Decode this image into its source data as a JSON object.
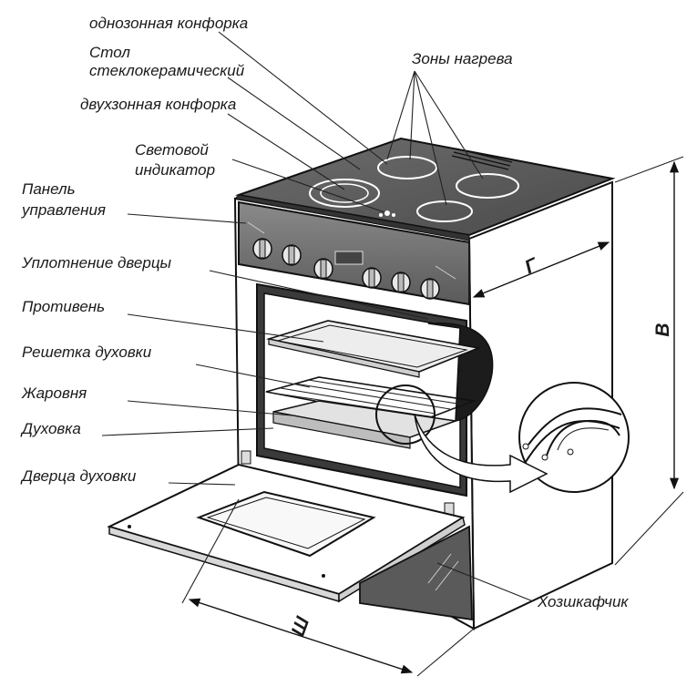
{
  "labels": {
    "single_zone_burner": "однозонная конфорка",
    "glass_ceramic_top_1": "Стол",
    "glass_ceramic_top_2": "стеклокерамический",
    "dual_zone_burner": "двухзонная конфорка",
    "light_indicator_1": "Световой",
    "light_indicator_2": "индикатор",
    "control_panel_1": "Панель",
    "control_panel_2": "управления",
    "door_seal": "Уплотнение дверцы",
    "baking_tray": "Противень",
    "oven_rack": "Решетка духовки",
    "roasting_pan": "Жаровня",
    "oven": "Духовка",
    "oven_door": "Дверца духовки",
    "heating_zones": "Зоны нагрева",
    "storage_drawer": "Хозшкафчик"
  },
  "dimensions": {
    "height": "В",
    "depth": "Г",
    "width": "Ш"
  },
  "colors": {
    "line": "#111111",
    "panel": "#6b6b6b",
    "cooktop": "#555555",
    "oven_interior": "#3a3a3a",
    "background": "#ffffff"
  },
  "icons": [
    "knob-icon",
    "arrow-icon"
  ]
}
